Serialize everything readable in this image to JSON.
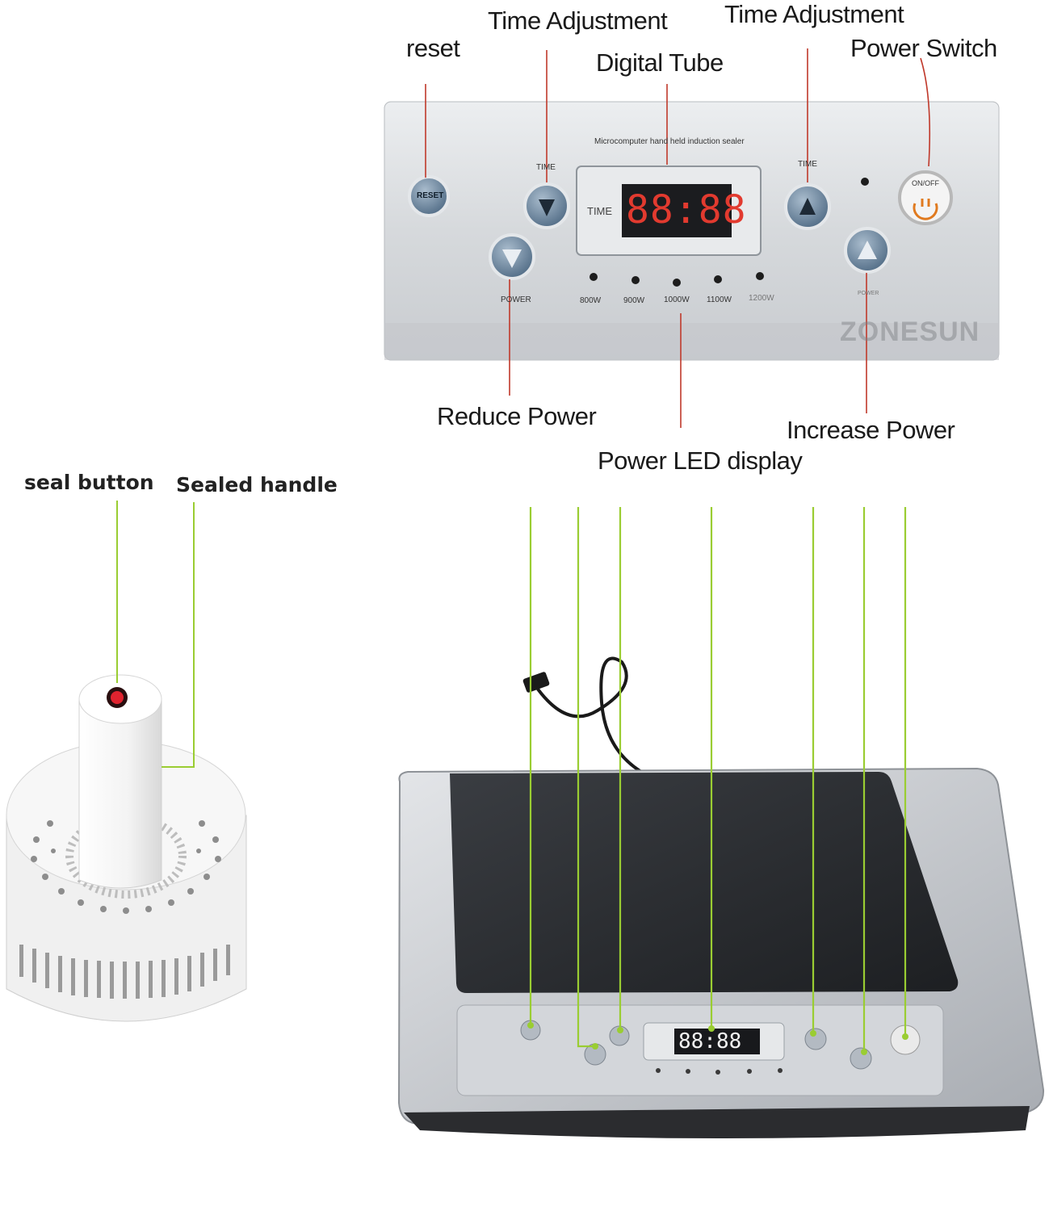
{
  "callouts": {
    "reset": "reset",
    "time_adjust_left": "Time Adjustment",
    "digital_tube": "Digital Tube",
    "time_adjust_right": "Time Adjustment",
    "power_switch": "Power Switch",
    "reduce_power": "Reduce Power",
    "power_led_display": "Power LED display",
    "increase_power": "Increase Power",
    "seal_button": "seal button",
    "sealed_handle": "Sealed handle"
  },
  "panel": {
    "brand_text": "Microcomputer hand held induction sealer",
    "reset_label": "RESET",
    "time_label_left": "TIME",
    "time_label_right": "TIME",
    "display_label": "TIME",
    "display_value": "88:88",
    "power_label_left": "POWER",
    "power_label_right": "POWER",
    "onoff_label": "ON/OFF",
    "watt_levels": [
      "800W",
      "900W",
      "1000W",
      "1100W",
      "1200W"
    ],
    "watermark": "ZONESUN"
  },
  "colors": {
    "red_leader": "#c0392b",
    "green_leader": "#9acd32",
    "panel_silver": "#d9dbde",
    "button_blue": "#6f8aa3",
    "display_red": "#e23a2f",
    "power_orange": "#e07a1f"
  }
}
